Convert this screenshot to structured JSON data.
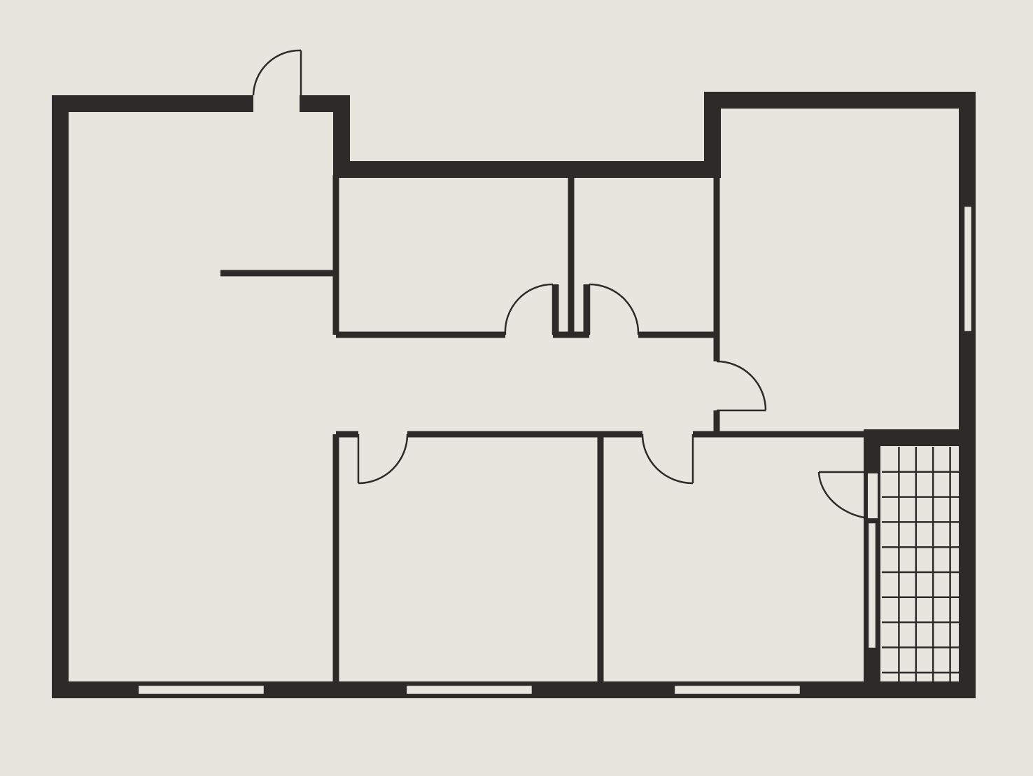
{
  "plan": {
    "background_color": "#e8e5df",
    "wall_color": "#2d2b29",
    "rooms": [
      {
        "name": "living-room"
      },
      {
        "name": "closet"
      },
      {
        "name": "storage"
      },
      {
        "name": "bedroom-east"
      },
      {
        "name": "hallway"
      },
      {
        "name": "bedroom-southwest"
      },
      {
        "name": "bedroom-southeast"
      },
      {
        "name": "bathroom"
      }
    ],
    "doors": [
      {
        "name": "entrance-door"
      },
      {
        "name": "closet-door"
      },
      {
        "name": "storage-door"
      },
      {
        "name": "bedroom-east-door"
      },
      {
        "name": "bedroom-southwest-door"
      },
      {
        "name": "bedroom-southeast-door"
      },
      {
        "name": "bathroom-door"
      }
    ],
    "windows": [
      {
        "name": "window-living-south"
      },
      {
        "name": "window-bedroom-southwest"
      },
      {
        "name": "window-bedroom-southeast"
      },
      {
        "name": "window-bedroom-east"
      },
      {
        "name": "window-bathroom"
      }
    ],
    "bathroom_tiles": {
      "columns": 5,
      "rows": 10
    }
  }
}
